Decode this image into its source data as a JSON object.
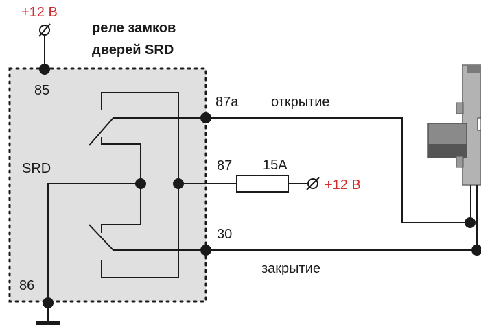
{
  "title_line1": "реле замков",
  "title_line2": "дверей SRD",
  "supply_top": "+12 В",
  "supply_right": "+12 В",
  "relay_name": "SRD",
  "pins": {
    "p85": "85",
    "p86": "86",
    "p87a": "87a",
    "p87": "87",
    "p30": "30"
  },
  "fuse_label": "15A",
  "wire_open_label": "открытие",
  "wire_close_label": "закрытие",
  "colors": {
    "supply": "#d42a2a",
    "relay_body": "#e0e0e0",
    "wire": "#1a1a1a"
  }
}
